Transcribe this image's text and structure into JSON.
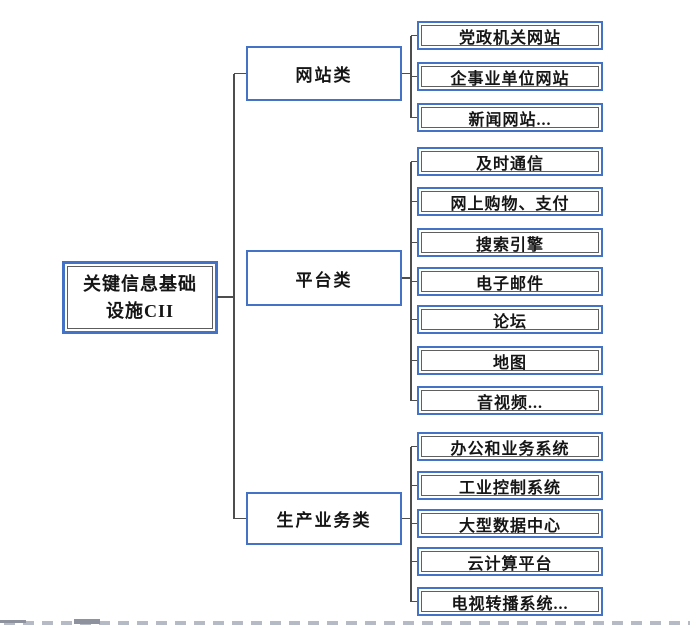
{
  "diagram": {
    "title_hint": "关键信息基础设施CII分类图",
    "root": {
      "label": "关键信息基础设施CII",
      "label_line1": "关键信息基础",
      "label_line2": "设施CII"
    },
    "branches": [
      {
        "label": "网站类",
        "leaves": [
          "党政机关网站",
          "企事业单位网站",
          "新闻网站..."
        ]
      },
      {
        "label": "平台类",
        "leaves": [
          "及时通信",
          "网上购物、支付",
          "搜索引擎",
          "电子邮件",
          "论坛",
          "地图",
          "音视频..."
        ]
      },
      {
        "label": "生产业务类",
        "leaves": [
          "办公和业务系统",
          "工业控制系统",
          "大型数据中心",
          "云计算平台",
          "电视转播系统..."
        ]
      }
    ],
    "colors": {
      "box_border": "#4472C4",
      "inner_line": "#606060",
      "connector": "#4d4d4d",
      "text": "#151515",
      "background": "#ffffff"
    }
  }
}
